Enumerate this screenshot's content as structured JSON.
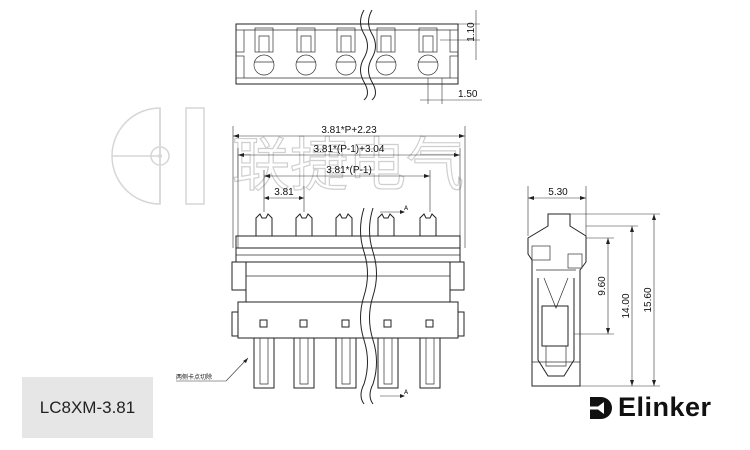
{
  "model": "LC8XM-3.81",
  "brand": "Elinker",
  "watermark": "联捷电气",
  "note": "两侧卡点切除",
  "dimensions": {
    "top_pin_height": "1.10",
    "top_pin_offset": "1.50",
    "overall": "3.81*P+2.23",
    "pitch_span_plus": "3.81*(P-1)+3.04",
    "pitch_span": "3.81*(P-1)",
    "pitch": "3.81",
    "side_depth": "5.30",
    "height_a": "9.60",
    "height_b": "14.00",
    "height_c": "15.60",
    "section_marker": "A"
  },
  "colors": {
    "line": "#222222",
    "watermark": "#cfcfcf",
    "model_box": "#e6e6e6"
  }
}
